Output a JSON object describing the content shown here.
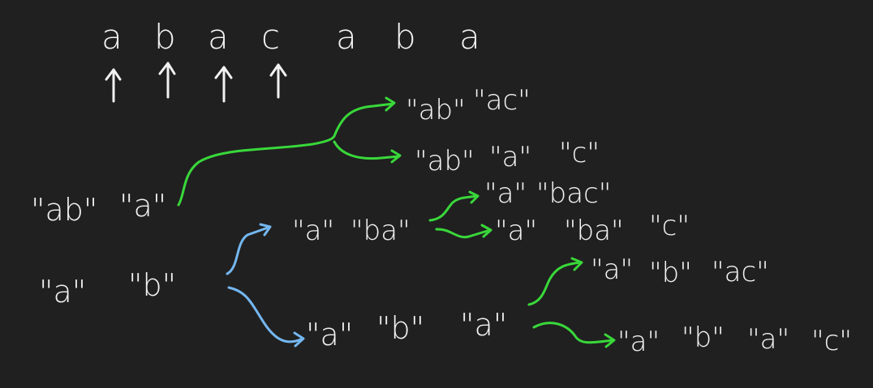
{
  "sequence": {
    "chars": [
      "a",
      "b",
      "a",
      "c",
      "a",
      "b",
      "a"
    ]
  },
  "pointers": {
    "count": 4,
    "icon": "up-arrow-icon"
  },
  "colors": {
    "background": "#202020",
    "ink": "#f2f2f2",
    "green": "#39d83a",
    "blue": "#74b7f0"
  },
  "partitions": {
    "left_top": [
      "\"ab\"",
      "\"a\""
    ],
    "left_bottom": [
      "\"a\"",
      "\"b\""
    ],
    "top_branch_1": [
      "\"ab\"",
      "\"ac\""
    ],
    "top_branch_2": [
      "\"ab\"",
      "\"a\"",
      "\"c\""
    ],
    "mid_node": [
      "\"a\"",
      "\"ba\""
    ],
    "mid_branch_1": [
      "\"a\"",
      "\"bac\""
    ],
    "mid_branch_2": [
      "\"a\"",
      "\"ba\"",
      "\"c\""
    ],
    "low_node": [
      "\"a\"",
      "\"b\"",
      "\"a\""
    ],
    "low_branch_1": [
      "\"a\"",
      "\"b\"",
      "\"ac\""
    ],
    "low_branch_2": [
      "\"a\"",
      "\"b\"",
      "\"a\"",
      "\"c\""
    ]
  }
}
